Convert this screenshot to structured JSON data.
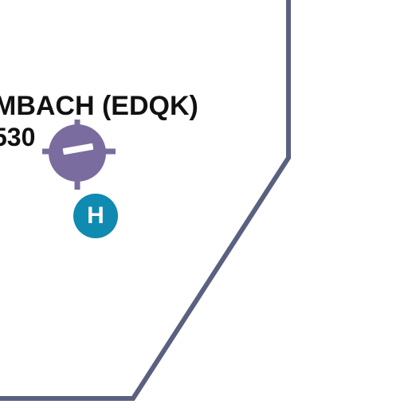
{
  "map": {
    "airfield": {
      "name": "MBACH (EDQK)",
      "elevation": "530"
    },
    "helipad": {
      "letter": "H"
    },
    "colors": {
      "boundary": "#5a6180",
      "aerodrome_symbol": "#7a6c9e",
      "helipad": "#0f8ab0",
      "label_text": "#111111",
      "background": "#ffffff"
    },
    "icons": {
      "aerodrome": "aerodrome-icon",
      "helipad": "helipad-icon"
    }
  }
}
